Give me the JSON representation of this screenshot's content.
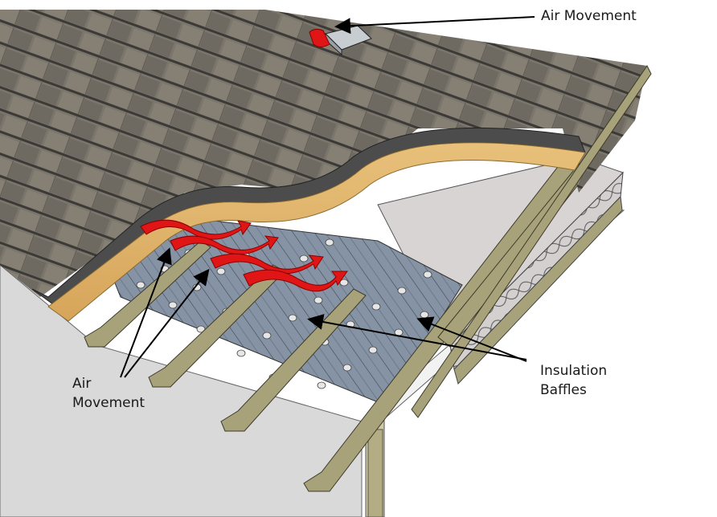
{
  "diagram": {
    "title": "Roof attic ventilation cutaway with insulation baffles",
    "labels": {
      "roof_vent": {
        "lines": [
          "Air Movement"
        ]
      },
      "soffit_air": {
        "lines": [
          "Air",
          "Movement"
        ]
      },
      "baffles": {
        "lines": [
          "Insulation",
          "Baffles"
        ]
      }
    },
    "components": [
      "asphalt-shingles",
      "roofing-underlayment",
      "roof-sheathing",
      "roof-vent",
      "rafters",
      "insulation-baffles",
      "batt-insulation",
      "soffit",
      "wall-stud",
      "air-flow-arrows"
    ],
    "colors": {
      "shingle": "#7b766c",
      "shingle_dark": "#4a4742",
      "underlayment": "#4c4c4c",
      "sheathing": "#e0b468",
      "baffle": "#8593a5",
      "baffle_hole": "#e6e6e6",
      "rafter": "#a8a27a",
      "insulation": "#d4d0d0",
      "soffit": "#d9d9d9",
      "airflow": "#e01616",
      "text": "#1a1a1a"
    }
  }
}
